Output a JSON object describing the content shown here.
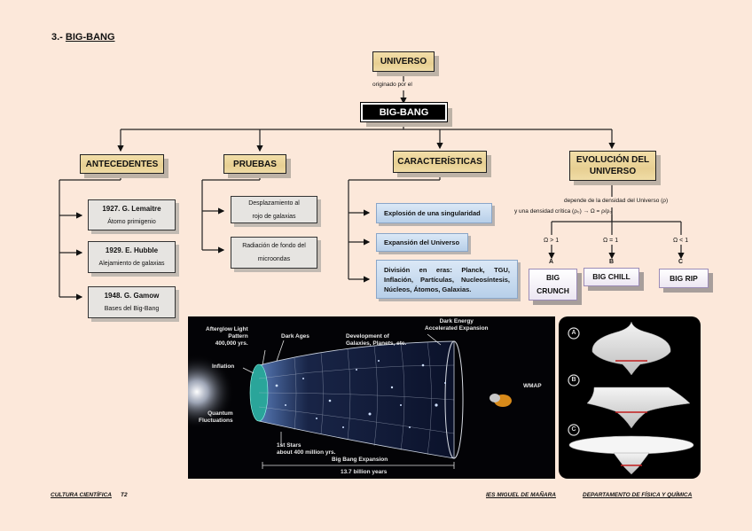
{
  "title": {
    "number": "3.-",
    "text": "BIG-BANG"
  },
  "root": {
    "label": "UNIVERSO",
    "connector": "originado por el",
    "center": "BIG-BANG"
  },
  "branches": {
    "antecedentes": {
      "label": "ANTECEDENTES",
      "items": [
        {
          "title": "1927. G. Lemaitre",
          "subtitle": "Átomo primigenio"
        },
        {
          "title": "1929. E. Hubble",
          "subtitle": "Alejamiento de galaxias"
        },
        {
          "title": "1948. G. Gamow",
          "subtitle": "Bases del Big-Bang"
        }
      ]
    },
    "pruebas": {
      "label": "PRUEBAS",
      "items": [
        {
          "line1": "Desplazamiento al",
          "line2": "rojo de galaxias"
        },
        {
          "line1": "Radiación de fondo del",
          "line2": "microondas"
        }
      ]
    },
    "caracteristicas": {
      "label": "CARACTERÍSTICAS",
      "items": [
        "Explosión de una singularidad",
        "Expansión del Universo",
        "División en eras: Planck, TGU, Inflación, Partículas, Nucleosíntesis, Núcleos, Átomos, Galaxias."
      ]
    },
    "evolucion": {
      "label_line1": "EVOLUCIÓN DEL",
      "label_line2": "UNIVERSO",
      "note_line1": "depende de la densidad del Universo (ρ)",
      "note_line2": "y una densidad crítica (ρ₀)  →  Ω = ρ/ρ₀",
      "outcomes": [
        {
          "condition": "Ω > 1",
          "letter": "A",
          "line1": "BIG",
          "line2": "CRUNCH"
        },
        {
          "condition": "Ω = 1",
          "letter": "B",
          "line1": "BIG CHILL",
          "line2": ""
        },
        {
          "condition": "Ω < 1",
          "letter": "C",
          "line1": "BIG RIP",
          "line2": ""
        }
      ]
    }
  },
  "image_timeline": {
    "labels": {
      "afterglow": [
        "Afterglow Light",
        "Pattern",
        "400,000 yrs."
      ],
      "dark_ages": "Dark Ages",
      "development": [
        "Development of",
        "Galaxies, Planets, etc."
      ],
      "dark_energy": [
        "Dark Energy",
        "Accelerated Expansion"
      ],
      "inflation": "Inflation",
      "quantum": [
        "Quantum",
        "Fluctuations"
      ],
      "first_stars": [
        "1st Stars",
        "about 400 million yrs."
      ],
      "wmap": "WMAP",
      "expansion": "Big Bang Expansion",
      "duration": "13.7 billion years"
    }
  },
  "image_shapes": {
    "labels": [
      "A",
      "B",
      "C"
    ]
  },
  "footer": {
    "course": "CULTURA CIENTÍFICA",
    "unit": "T2",
    "school": "IES MIGUEL DE MAÑARA",
    "department": "DEPARTAMENTO DE FÍSICA Y QUÍMICA"
  }
}
